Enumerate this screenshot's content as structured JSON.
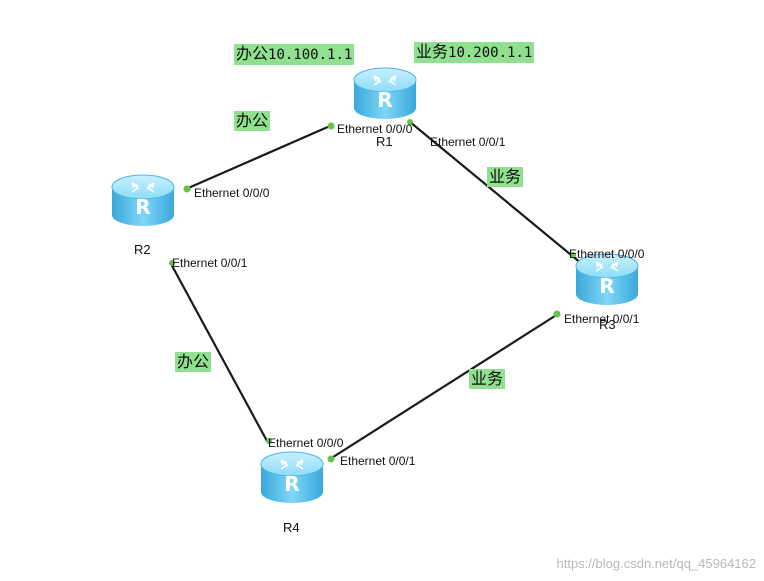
{
  "routers": {
    "r1": {
      "name": "R1"
    },
    "r2": {
      "name": "R2"
    },
    "r3": {
      "name": "R3"
    },
    "r4": {
      "name": "R4"
    },
    "icon_letter": "R"
  },
  "ports": {
    "r1_e000": "Ethernet 0/0/0",
    "r1_e001": "Ethernet 0/0/1",
    "r2_e000": "Ethernet 0/0/0",
    "r2_e001": "Ethernet 0/0/1",
    "r3_e000": "Ethernet 0/0/0",
    "r3_e001": "Ethernet 0/0/1",
    "r4_e000": "Ethernet 0/0/0",
    "r4_e001": "Ethernet 0/0/1"
  },
  "labels": {
    "office_ip_prefix": "办公",
    "office_ip": "10.100.1.1",
    "business_ip_prefix": "业务",
    "business_ip": "10.200.1.1",
    "link_r1_r2": "办公",
    "link_r2_r4": "办公",
    "link_r1_r3": "业务",
    "link_r3_r4": "业务"
  },
  "watermark": "https://blog.csdn.net/qq_45964162",
  "colors": {
    "label_bg": "#8fe08f",
    "link": "#1a1a1a",
    "port_dot": "#6cc04a",
    "router_body": "#5cc3ef"
  }
}
